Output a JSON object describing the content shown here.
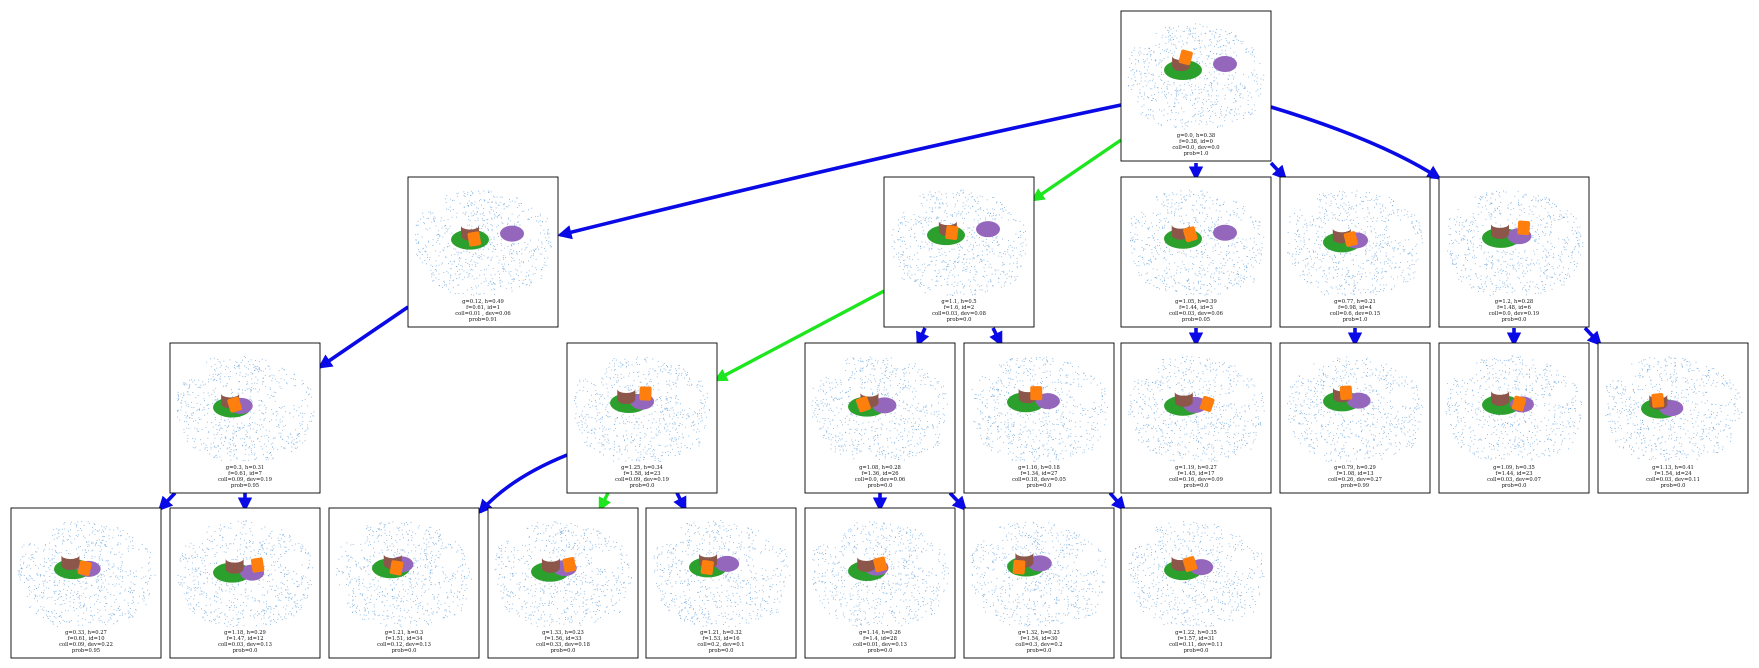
{
  "colors": {
    "edge_default": "#0a0ae6",
    "edge_selected": "#1ee61e",
    "pointcloud": "#5b9bd5",
    "green_object": "#2ca02c",
    "orange_object": "#ff7f0e",
    "purple_object": "#9467bd",
    "brown_object": "#8c564b"
  },
  "nodes": [
    {
      "id": "n0",
      "lines": [
        "g=0.0, h=0.38",
        "f=0.38, id=0",
        "coll=0.0, dev=0.0",
        "prob=1.0"
      ]
    },
    {
      "id": "n1",
      "lines": [
        "g=0.12, h=0.49",
        "f=0.61, id=1",
        "coll=0.01 , dev=0.06",
        "prob=0.91"
      ]
    },
    {
      "id": "n2",
      "lines": [
        "g=1.1, h=0.5",
        "f=1.6, id=2",
        "coll=0.03, dev=0.08",
        "prob=0.0"
      ]
    },
    {
      "id": "n3",
      "lines": [
        "g=1.05, h=0.39",
        "f=1.44, id=3",
        "coll=0.03, dev=0.06",
        "prob=0.05"
      ]
    },
    {
      "id": "n4",
      "lines": [
        "g=0.77, h=0.21",
        "f=0.98, id=4",
        "coll=0.6, dev=0.15",
        "prob=1.0"
      ]
    },
    {
      "id": "n5",
      "lines": [
        "g=1.2, h=0.28",
        "f=1.48, id=6",
        "coll=0.0, dev=0.19",
        "prob=0.0"
      ]
    },
    {
      "id": "n6",
      "lines": [
        "g=0.3, h=0.31",
        "f=0.61, id=7",
        "coll=0.09, dev=0.19",
        "prob=0.95"
      ]
    },
    {
      "id": "n7",
      "lines": [
        "g=1.25, h=0.34",
        "f=1.58, id=23",
        "coll=0.09, dev=0.19",
        "prob=0.0"
      ]
    },
    {
      "id": "n8",
      "lines": [
        "g=1.08, h=0.28",
        "f=1.36, id=26",
        "coll=0.0, dev=0.06",
        "prob=0.0"
      ]
    },
    {
      "id": "n9",
      "lines": [
        "g=1.16, h=0.18",
        "f=1.34, id=27",
        "coll=0.18, dev=0.05",
        "prob=0.0"
      ]
    },
    {
      "id": "n10",
      "lines": [
        "g=1.19, h=0.27",
        "f=1.45, id=17",
        "coll=0.16, dev=0.09",
        "prob=0.0"
      ]
    },
    {
      "id": "n11",
      "lines": [
        "g=0.79, h=0.29",
        "f=1.08, id=13",
        "coll=0.26, dev=0.27",
        "prob=0.99"
      ]
    },
    {
      "id": "n12",
      "lines": [
        "g=1.09, h=0.35",
        "f=1.44, id=23",
        "coll=0.03, dev=0.07",
        "prob=0.0"
      ]
    },
    {
      "id": "n13",
      "lines": [
        "g=1.13, h=0.41",
        "f=1.54, id=24",
        "coll=0.03, dev=0.11",
        "prob=0.0"
      ]
    },
    {
      "id": "n14",
      "lines": [
        "g=0.33, h=0.27",
        "f=0.61, id=10",
        "coll=0.09, dev=0.22",
        "prob=0.95"
      ]
    },
    {
      "id": "n15",
      "lines": [
        "g=1.18, h=0.29",
        "f=1.47, id=12",
        "coll=0.03, dev=0.13",
        "prob=0.0"
      ]
    },
    {
      "id": "n16",
      "lines": [
        "g=1.21, h=0.3",
        "f=1.51, id=34",
        "coll=0.12, dev=0.13",
        "prob=0.0"
      ]
    },
    {
      "id": "n17",
      "lines": [
        "g=1.33, h=0.23",
        "f=1.56, id=33",
        "coll=0.33, dev=0.18",
        "prob=0.0"
      ]
    },
    {
      "id": "n18",
      "lines": [
        "g=1.21, h=0.32",
        "f=1.53, id=16",
        "coll=0.2, dev=0.1",
        "prob=0.0"
      ]
    },
    {
      "id": "n19",
      "lines": [
        "g=1.14, h=0.26",
        "f=1.4, id=28",
        "coll=0.01, dev=0.13",
        "prob=0.0"
      ]
    },
    {
      "id": "n20",
      "lines": [
        "g=1.32, h=0.23",
        "f=1.54, id=30",
        "coll=0.3, dev=0.2",
        "prob=0.0"
      ]
    },
    {
      "id": "n21",
      "lines": [
        "g=1.22, h=0.35",
        "f=1.57, id=31",
        "coll=0.11, dev=0.11",
        "prob=0.0"
      ]
    }
  ],
  "edges": [
    {
      "from": "n0",
      "to": "n1",
      "selected": false
    },
    {
      "from": "n0",
      "to": "n2",
      "selected": true
    },
    {
      "from": "n0",
      "to": "n3",
      "selected": false
    },
    {
      "from": "n0",
      "to": "n4",
      "selected": false
    },
    {
      "from": "n0",
      "to": "n5",
      "selected": false
    },
    {
      "from": "n1",
      "to": "n6",
      "selected": false
    },
    {
      "from": "n2",
      "to": "n7",
      "selected": true
    },
    {
      "from": "n2",
      "to": "n8",
      "selected": false
    },
    {
      "from": "n2",
      "to": "n9",
      "selected": false
    },
    {
      "from": "n3",
      "to": "n10",
      "selected": false
    },
    {
      "from": "n4",
      "to": "n11",
      "selected": false
    },
    {
      "from": "n5",
      "to": "n12",
      "selected": false
    },
    {
      "from": "n5",
      "to": "n13",
      "selected": false
    },
    {
      "from": "n6",
      "to": "n14",
      "selected": false
    },
    {
      "from": "n6",
      "to": "n15",
      "selected": false
    },
    {
      "from": "n7",
      "to": "n16",
      "selected": false
    },
    {
      "from": "n7",
      "to": "n17",
      "selected": true
    },
    {
      "from": "n7",
      "to": "n18",
      "selected": false
    },
    {
      "from": "n8",
      "to": "n19",
      "selected": false
    },
    {
      "from": "n8",
      "to": "n20",
      "selected": false
    },
    {
      "from": "n9",
      "to": "n21",
      "selected": false
    }
  ]
}
